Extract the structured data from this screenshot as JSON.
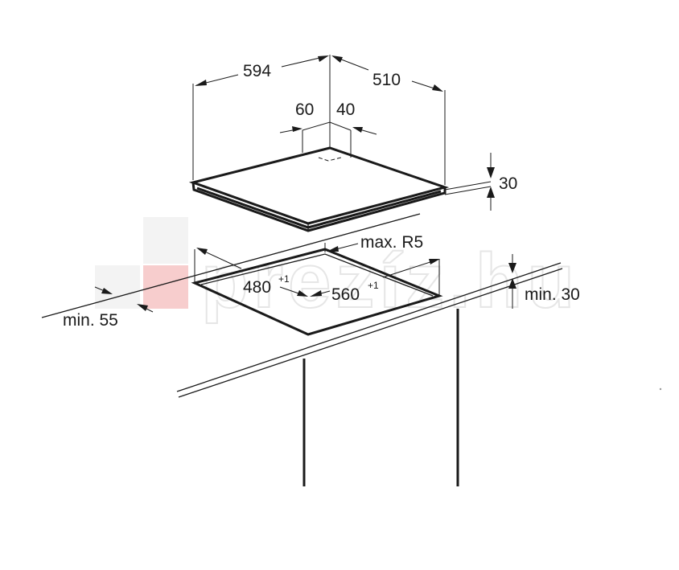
{
  "watermark": {
    "text": "prezíz.hu",
    "accent": "#f4b8b8"
  },
  "hob": {
    "width": "594",
    "depth": "510",
    "offset_left": "60",
    "offset_right": "40",
    "thickness": "30"
  },
  "cutout": {
    "depth": "480",
    "depth_tol": "+1",
    "width": "560",
    "width_tol": "+1",
    "corner_radius": "max. R5",
    "front_distance": "min. 55",
    "clearance": "min. 30"
  },
  "colors": {
    "line": "#1a1a1a",
    "background": "#ffffff"
  }
}
